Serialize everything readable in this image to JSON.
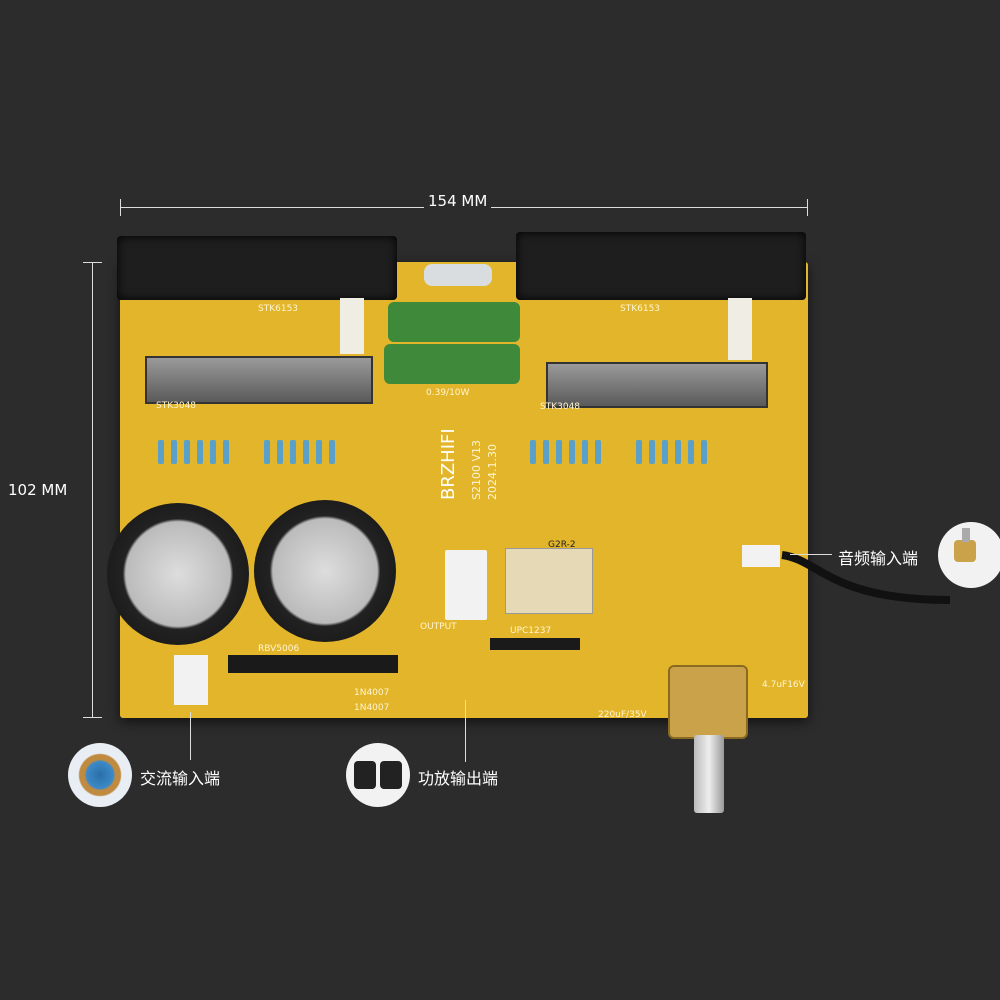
{
  "dimensions": {
    "width_label": "154 MM",
    "height_label": "102 MM"
  },
  "callouts": {
    "ac_input": "交流输入端",
    "amp_output": "功放输出端",
    "audio_input": "音频输入端"
  },
  "icons": {
    "ac_input": "toroidal-transformer-icon",
    "amp_output": "speaker-icon",
    "audio_input": "potentiometer-icon"
  },
  "pcb": {
    "silkscreen": {
      "brand": "BRZHIFI",
      "model": "S2100 V13",
      "date": "2024.1.30",
      "module_left": "STK6153",
      "module_right": "STK6153",
      "driver_left": "STK3048",
      "driver_right": "STK3048",
      "resistor": "0.39/10W",
      "relay": "G2R-2",
      "ic": "UPC1237",
      "rectifier": "RBV5006",
      "diode1": "1N4007",
      "diode2": "1N4007",
      "output": "OUTPUT",
      "cap_label": "4.7uF16V",
      "cap_label2": "220uF/35V"
    },
    "colors": {
      "board": "#e3b52a",
      "background": "#2c2c2c"
    }
  }
}
